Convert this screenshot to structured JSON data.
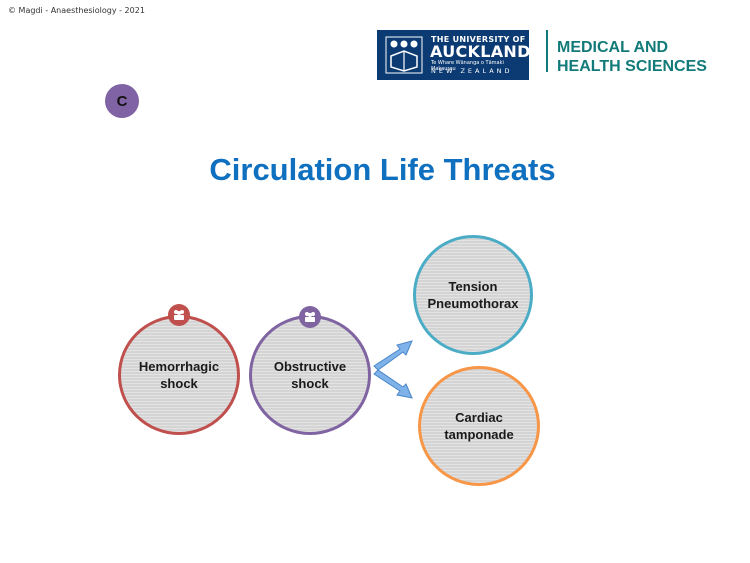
{
  "copyright": "© Magdi - Anaesthesiology - 2021",
  "logo": {
    "line1": "THE UNIVERSITY OF",
    "line2": "AUCKLAND",
    "line3": "Te Whare Wānanga o Tāmaki Makaurau",
    "line4": "NEW ZEALAND"
  },
  "faculty": {
    "line1": "MEDICAL AND",
    "line2": "HEALTH SCIENCES"
  },
  "badge": "C",
  "title": "Circulation Life Threats",
  "nodes": [
    {
      "label": "Hemorrhagic\nshock",
      "color": "#c0504d"
    },
    {
      "label": "Obstructive\nshock",
      "color": "#8064a2"
    },
    {
      "label": "Tension\nPneumothorax",
      "color": "#4bacc6"
    },
    {
      "label": "Cardiac\ntamponade",
      "color": "#f79646"
    }
  ],
  "icons": [
    "group-icon",
    "group-icon"
  ],
  "colors": {
    "title": "#0f70bf",
    "faculty": "#127b7a",
    "logo_bg": "#0c3b73",
    "badge": "#8063a4",
    "arrow": "#7fb2e8"
  }
}
